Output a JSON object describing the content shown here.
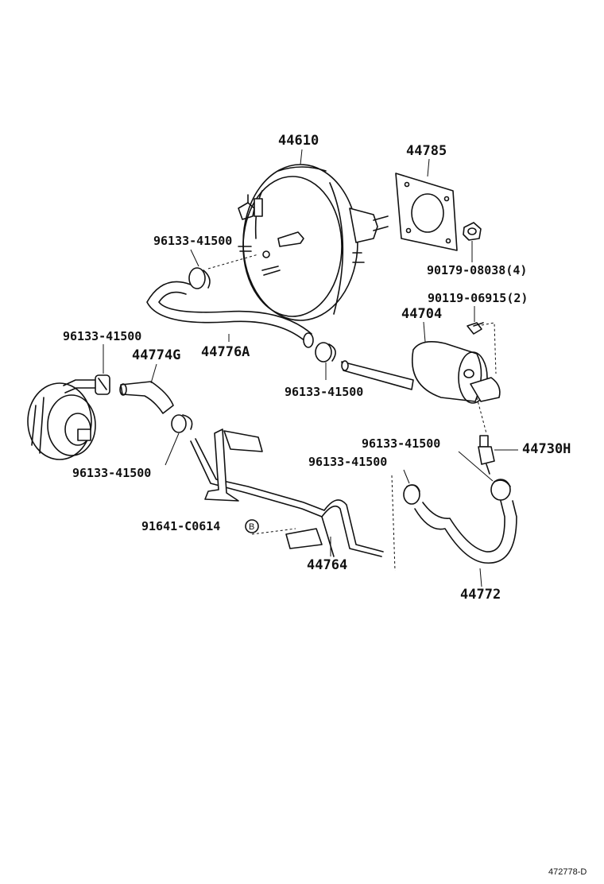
{
  "labels": {
    "booster": "44610",
    "gasket": "44785",
    "nut": "90179-08038(4)",
    "bolt": "90119-06915(2)",
    "tank": "44704",
    "check_valve": "44730H",
    "clamp_top": "96133-41500",
    "clamp_left_top": "96133-41500",
    "clamp_mid": "96133-41500",
    "clamp_left_bottom": "96133-41500",
    "clamp_right_a": "96133-41500",
    "clamp_right_b": "96133-41500",
    "hose_small": "44774G",
    "hose_main": "44776A",
    "pipe_bracket": "44764",
    "bracket_bolt": "91641-C0614",
    "bracket_bolt_marker": "B",
    "hose_right": "44772",
    "diagram_id": "472778-D"
  }
}
